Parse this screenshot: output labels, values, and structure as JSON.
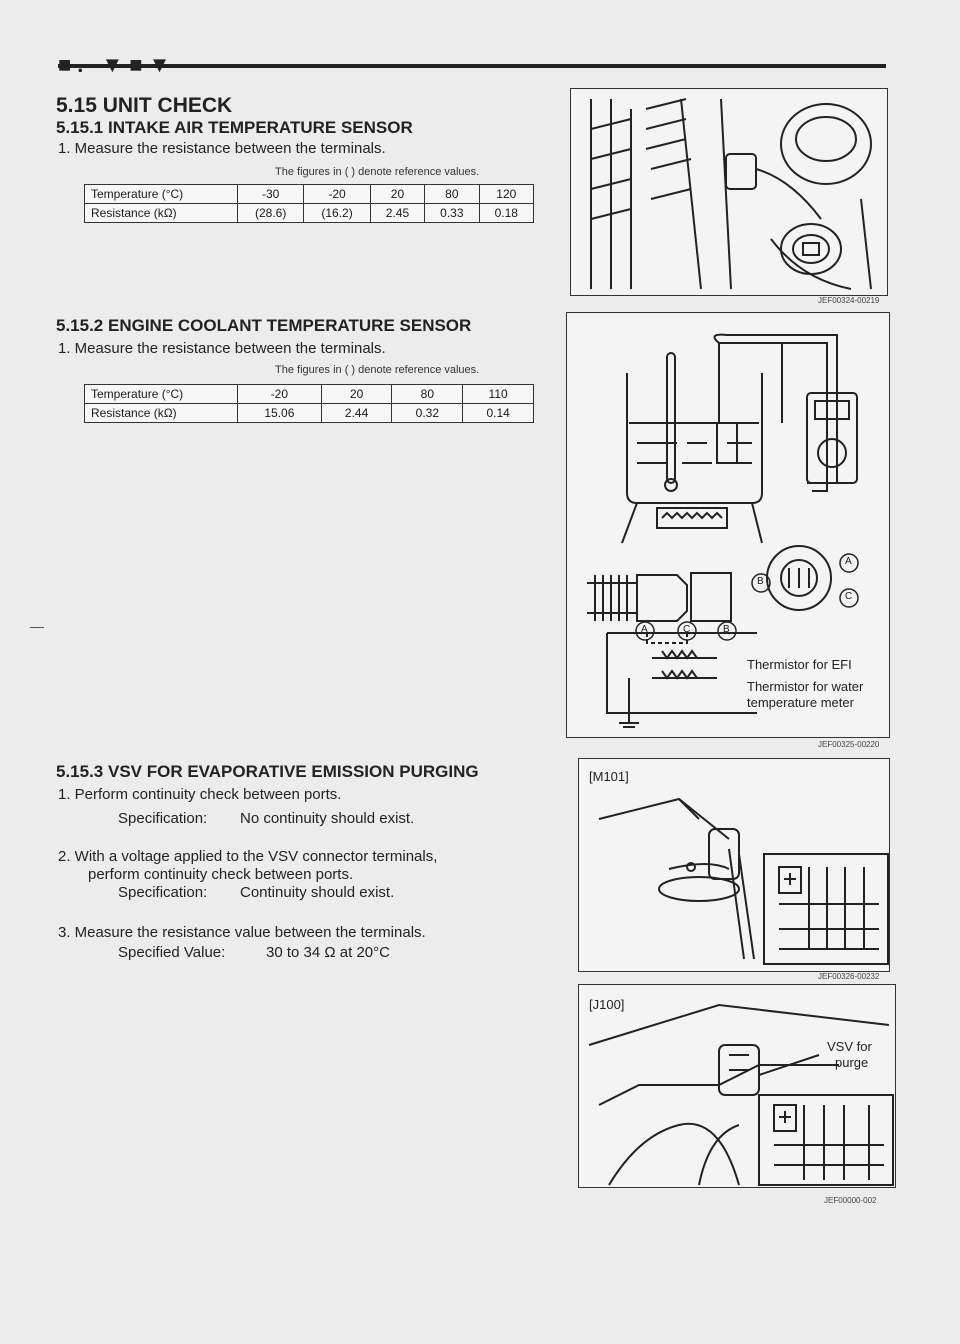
{
  "header": {
    "mark": "■. ▼■▼"
  },
  "section": {
    "title": "5.15 UNIT CHECK",
    "intake": {
      "title": "5.15.1 INTAKE AIR TEMPERATURE SENSOR",
      "step1": "1.  Measure the resistance between the terminals.",
      "note": "The figures in (   ) denote reference values.",
      "table": {
        "row1_label": "Temperature (°C)",
        "row2_label": "Resistance (kΩ)",
        "temps": [
          "-30",
          "-20",
          "20",
          "80",
          "120"
        ],
        "resist": [
          "(28.6)",
          "(16.2)",
          "2.45",
          "0.33",
          "0.18"
        ]
      }
    },
    "coolant": {
      "title": "5.15.2 ENGINE COOLANT TEMPERATURE SENSOR",
      "step1": "1.  Measure the resistance between the terminals.",
      "note": "The figures in (   ) denote reference values.",
      "table": {
        "row1_label": "Temperature (°C)",
        "row2_label": "Resistance (kΩ)",
        "temps": [
          "-20",
          "20",
          "80",
          "110"
        ],
        "resist": [
          "15.06",
          "2.44",
          "0.32",
          "0.14"
        ]
      }
    },
    "vsv": {
      "title": "5.15.3 VSV FOR EVAPORATIVE EMISSION PURGING",
      "step1": "1.  Perform continuity check between ports.",
      "spec1_label": "Specification:",
      "spec1_value": "No continuity should exist.",
      "step2_line1": "2.  With a voltage applied to the VSV connector terminals,",
      "step2_line2": "perform continuity check between ports.",
      "spec2_label": "Specification:",
      "spec2_value": "Continuity should exist.",
      "step3": "3.  Measure the resistance value between the terminals.",
      "spec3_label": "Specified Value:",
      "spec3_value": "30 to 34 Ω at 20°C"
    }
  },
  "figures": {
    "fig1_code": "JEF00324-00219",
    "fig2_code": "JEF00325-00220",
    "fig2_a": "A",
    "fig2_b": "B",
    "fig2_c": "C",
    "fig2_therm_efi": "Thermistor for EFI",
    "fig2_therm_water_1": "Thermistor for water",
    "fig2_therm_water_2": "temperature meter",
    "fig3_label": "[M101]",
    "fig3_code": "JEF00326-00232",
    "fig4_label": "[J100]",
    "fig4_vsv_1": "VSV for",
    "fig4_vsv_2": "purge",
    "fig4_code": "JEF00000-002"
  }
}
